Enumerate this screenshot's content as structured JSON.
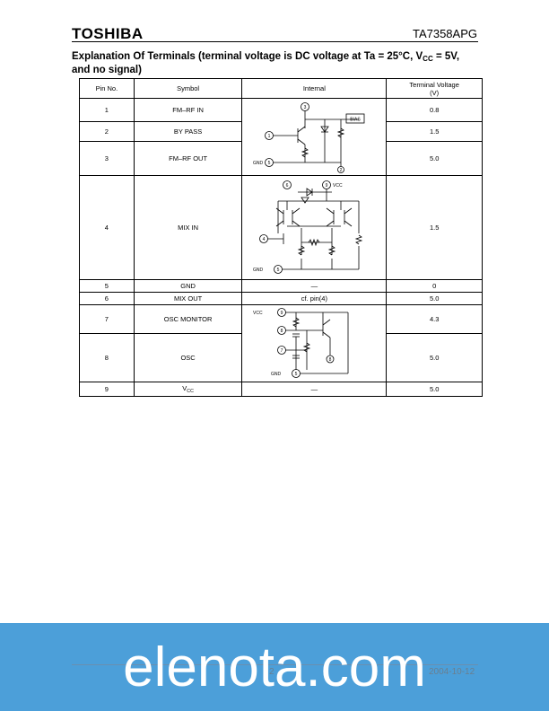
{
  "header": {
    "logo": "TOSHIBA",
    "part_number": "TA7358APG"
  },
  "section": {
    "title_bold": "Explanation Of Terminals",
    "title_note_a": " (terminal voltage is DC voltage at Ta = 25°C, V",
    "title_note_sub": "CC",
    "title_note_b": " = 5V, and no signal)"
  },
  "table": {
    "headers": {
      "pin": "Pin No.",
      "symbol": "Symbol",
      "internal": "Internal",
      "voltage_line1": "Terminal Voltage",
      "voltage_line2": "(V)"
    },
    "rows": [
      {
        "pin": "1",
        "symbol": "FM–RF IN",
        "voltage": "0.8"
      },
      {
        "pin": "2",
        "symbol": "BY PASS",
        "voltage": "1.5"
      },
      {
        "pin": "3",
        "symbol": "FM–RF OUT",
        "voltage": "5.0"
      },
      {
        "pin": "4",
        "symbol": "MIX IN",
        "voltage": "1.5"
      },
      {
        "pin": "5",
        "symbol": "GND",
        "internal": "—",
        "voltage": "0"
      },
      {
        "pin": "6",
        "symbol": "MIX OUT",
        "internal": "cf. pin(4)",
        "voltage": "5.0"
      },
      {
        "pin": "7",
        "symbol": "OSC MONITOR",
        "voltage": "4.3"
      },
      {
        "pin": "8",
        "symbol": "OSC",
        "voltage": "5.0"
      },
      {
        "pin": "9",
        "symbol_main": "V",
        "symbol_sub": "CC",
        "internal": "—",
        "voltage": "5.0"
      }
    ],
    "diagram_labels": {
      "bias": "BIAS",
      "gnd_a": "GND",
      "vcc_b": "VCC",
      "gnd_b": "GND",
      "vcc_c": "VCC",
      "gnd_c": "GND",
      "pin_1": "1",
      "pin_2": "2",
      "pin_3": "3",
      "pin_4": "4",
      "pin_5": "5",
      "pin_6": "6",
      "pin_7": "7",
      "pin_8": "8",
      "pin_9": "9"
    }
  },
  "footer": {
    "page": "2",
    "date": "2004-10-12"
  },
  "watermark": "elenota.com"
}
